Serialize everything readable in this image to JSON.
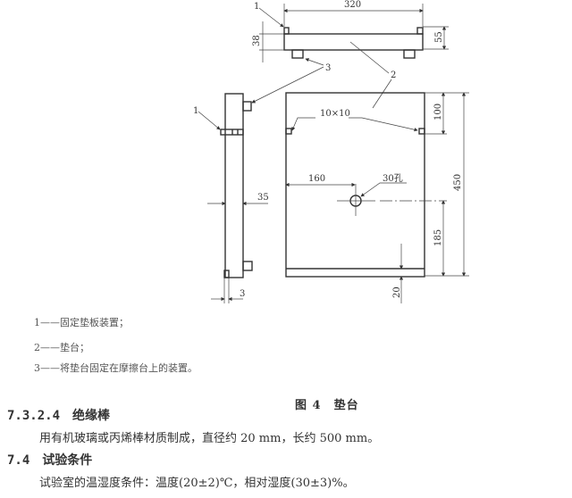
{
  "drawing": {
    "dims": {
      "top_width": "320",
      "top_h1": "38",
      "top_h2": "55",
      "square": "10×10",
      "offset": "160",
      "hole": "30孔",
      "d100": "100",
      "d450": "450",
      "d185": "185",
      "d20": "20",
      "d35": "35",
      "d3": "3"
    },
    "labels": {
      "l1": "1",
      "l2": "2",
      "l3": "3"
    }
  },
  "legend": [
    "1——固定垫板装置；",
    "2——垫台；",
    "3——将垫台固定在摩擦台上的装置。"
  ],
  "caption": "图 4　垫台",
  "sections": [
    {
      "number": "7.3.2.4",
      "title": "绝缘棒",
      "text": "用有机玻璃或丙烯棒材质制成，直径约 20 mm，长约 500 mm。"
    },
    {
      "number": "7.4",
      "title": "试验条件",
      "text": "试验室的温湿度条件：温度(20±2)℃，相对湿度(30±3)%。"
    }
  ]
}
